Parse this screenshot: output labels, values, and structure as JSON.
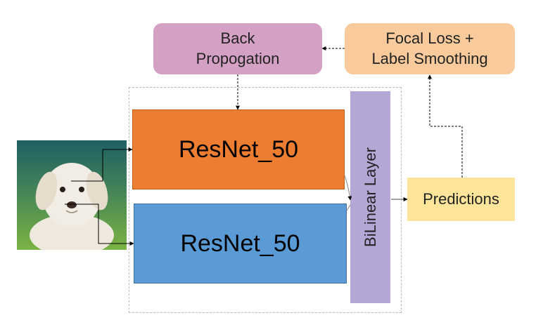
{
  "nodes": {
    "backprop": {
      "line1": "Back",
      "line2": "Propogation",
      "color": "#d4a1c4"
    },
    "loss": {
      "line1": "Focal Loss +",
      "line2": "Label Smoothing",
      "color": "#f9cb9c"
    },
    "resnet_top": {
      "label": "ResNet_50",
      "color": "#ed7d31"
    },
    "resnet_bottom": {
      "label": "ResNet_50",
      "color": "#5b9bd5"
    },
    "bilinear": {
      "label": "BiLinear Layer",
      "color": "#b4a7d6"
    },
    "predictions": {
      "label": "Predictions",
      "color": "#ffe599"
    }
  },
  "input_image": {
    "subject": "puppy photo"
  }
}
